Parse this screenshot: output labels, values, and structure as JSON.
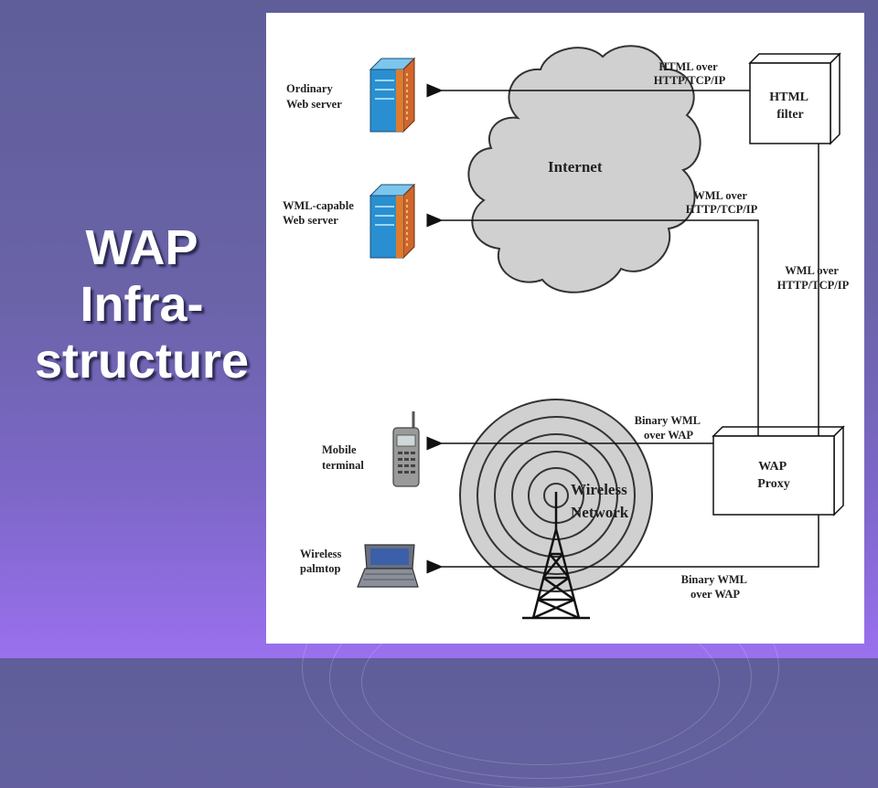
{
  "slide": {
    "title_lines": [
      "WAP",
      "Infra-",
      "structure"
    ]
  },
  "diagram": {
    "cloud_label": "Internet",
    "wireless_label": [
      "Wireless",
      "Network"
    ],
    "html_filter": [
      "HTML",
      "filter"
    ],
    "wap_proxy": [
      "WAP",
      "Proxy"
    ],
    "nodes": {
      "ordinary_server": [
        "Ordinary",
        "Web server"
      ],
      "wml_server": [
        "WML-capable",
        "Web server"
      ],
      "mobile": [
        "Mobile",
        "terminal"
      ],
      "palmtop": [
        "Wireless",
        "palmtop"
      ]
    },
    "links": {
      "html_over": [
        "HTML over",
        "HTTP/TCP/IP"
      ],
      "wml_over_top": [
        "WML over",
        "HTTP/TCP/IP"
      ],
      "wml_over_right": [
        "WML over",
        "HTTP/TCP/IP"
      ],
      "binary_top": [
        "Binary WML",
        "over WAP"
      ],
      "binary_bottom": [
        "Binary WML",
        "over WAP"
      ]
    },
    "colors": {
      "server_blue": "#2a8fd0",
      "server_orange": "#e07a2c",
      "cloud_gray": "#d0d0d0",
      "ring_gray": "#cfcfcf"
    }
  }
}
